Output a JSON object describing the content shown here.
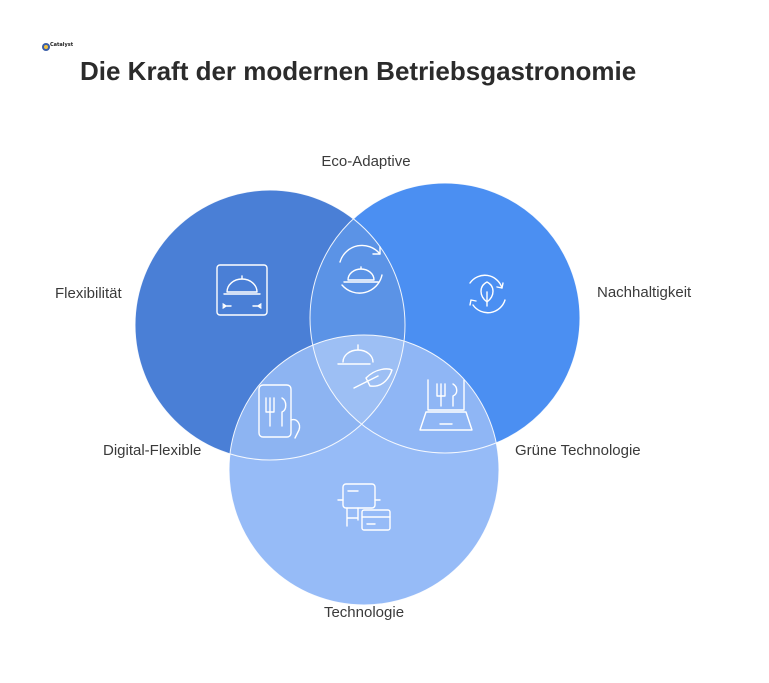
{
  "header": {
    "logo_text": "Catalyst",
    "title": "Die Kraft der modernen Betriebsgastronomie"
  },
  "venn": {
    "sets": [
      {
        "label": "Flexibilität",
        "color": "#4d7fd3"
      },
      {
        "label": "Nachhaltigkeit",
        "color": "#4d8ff0"
      },
      {
        "label": "Technologie",
        "color": "#93b8f7"
      }
    ],
    "intersections": {
      "top": "Eco-Adaptive",
      "left": "Digital-Flexible",
      "right": "Grüne Technologie"
    },
    "icons": {
      "flex": "food-cloche-arrows-icon",
      "nach": "recycle-leaf-icon",
      "tech": "kiosk-card-icon",
      "eco": "cloche-cycle-icon",
      "digital": "phone-cutlery-icon",
      "green": "laptop-cutlery-icon",
      "center": "cloche-leaf-icon"
    }
  }
}
